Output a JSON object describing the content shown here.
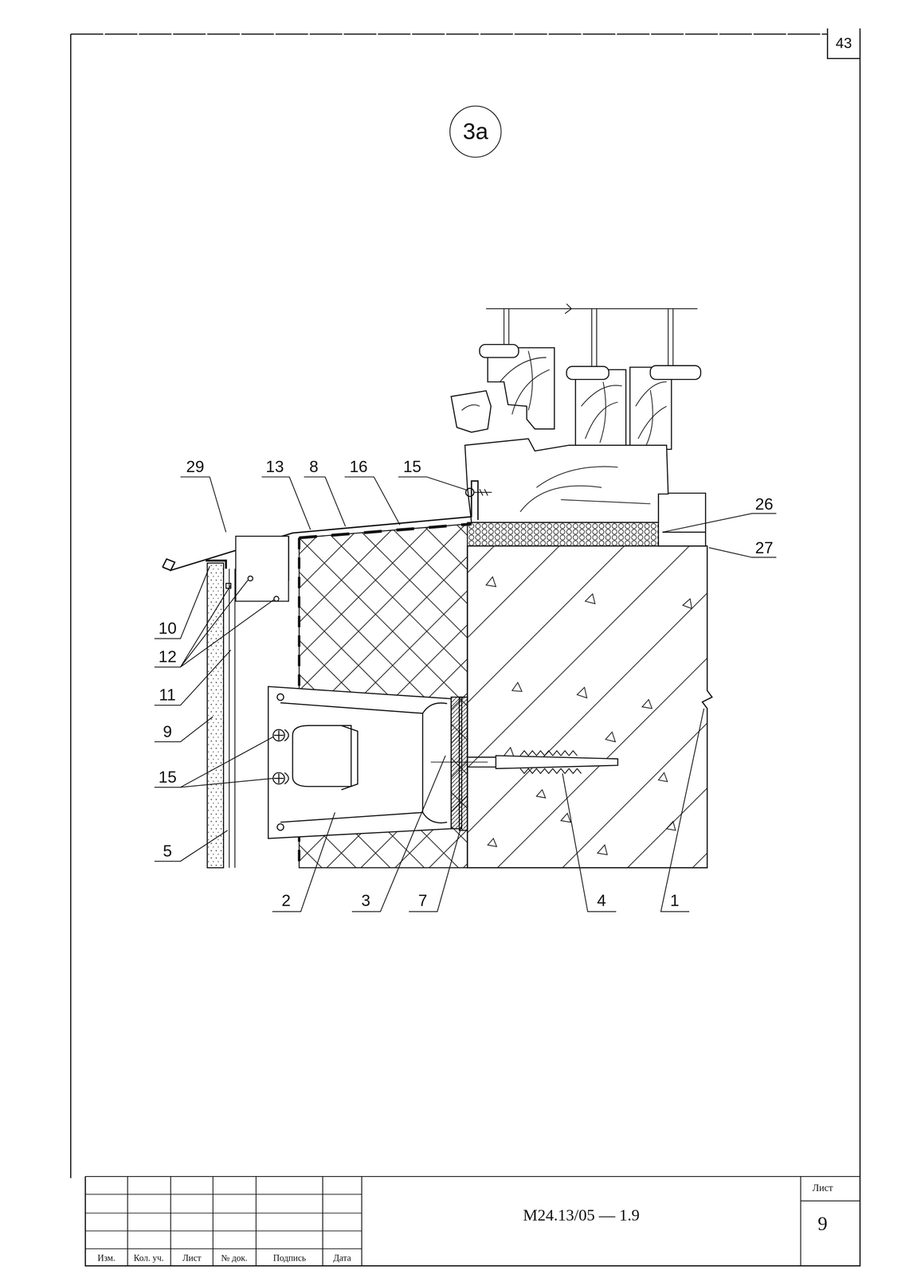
{
  "diagram": {
    "nodes": [
      {
        "text": [
          "3а"
        ]
      }
    ],
    "labels": [
      "43",
      "29",
      "13",
      "8",
      "16",
      "15",
      "26",
      "27",
      "10",
      "12",
      "11",
      "9",
      "15",
      "5",
      "2",
      "3",
      "7",
      "4",
      "1",
      "Изм.",
      "Кол. уч.",
      "Лист",
      "№ док.",
      "Подпись",
      "Дата",
      "М24.13/05 — 1.9",
      "Лист",
      "9"
    ]
  }
}
